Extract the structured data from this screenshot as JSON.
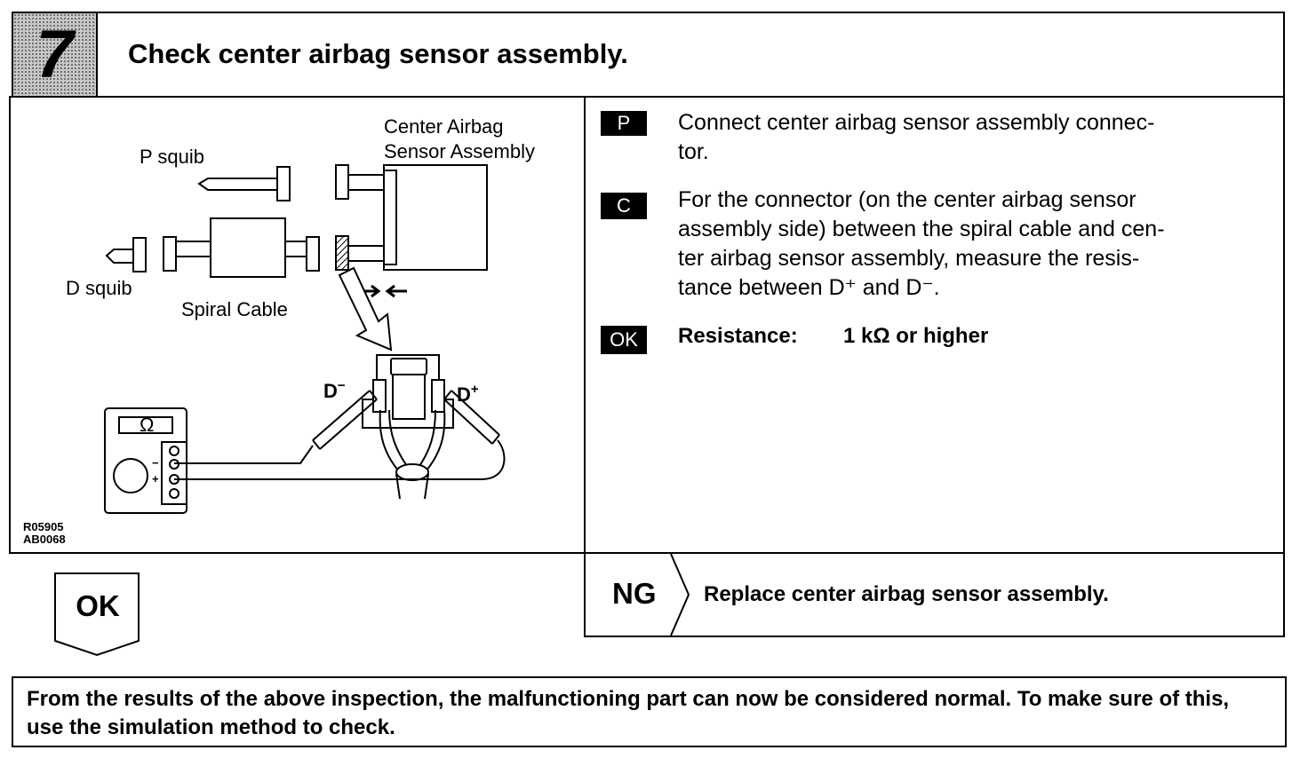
{
  "header": {
    "step_number": "7",
    "title": "Check center airbag sensor assembly."
  },
  "diagram": {
    "labels": {
      "center_airbag_line1": "Center Airbag",
      "center_airbag_line2": "Sensor Assembly",
      "p_squib": "P squib",
      "d_squib": "D squib",
      "spiral_cable": "Spiral Cable",
      "d_minus": "D",
      "d_plus": "D",
      "ohm_symbol": "Ω",
      "meter_minus": "−",
      "meter_plus": "+",
      "code_line1": "R05905",
      "code_line2": "AB0068"
    }
  },
  "instructions": [
    {
      "badge": "P",
      "lines": [
        "Connect center airbag sensor assembly connec-",
        "tor."
      ]
    },
    {
      "badge": "C",
      "lines": [
        "For the connector (on the center airbag sensor",
        "assembly side) between the spiral cable and cen-",
        "ter airbag sensor assembly, measure the resis-",
        "tance between D⁺ and D⁻."
      ]
    },
    {
      "badge": "OK",
      "label": "Resistance:",
      "value": "1 kΩ or higher"
    }
  ],
  "result": {
    "ok_label": "OK",
    "ng_label": "NG",
    "ng_action": "Replace center airbag sensor assembly."
  },
  "note": "From the results of the above inspection, the malfunctioning part can now be considered normal. To make sure of this, use the simulation method to check."
}
